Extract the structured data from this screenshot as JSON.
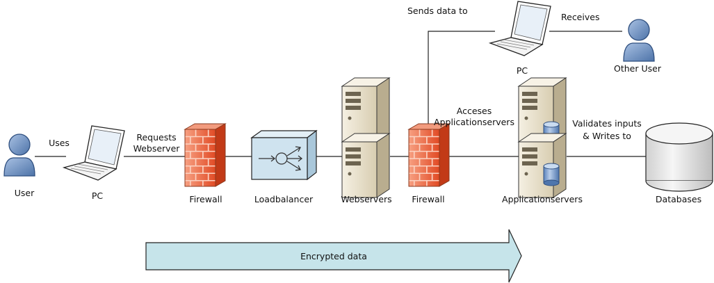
{
  "nodes": {
    "user": "User",
    "pc": "PC",
    "firewall_1": "Firewall",
    "loadbalancer": "Loadbalancer",
    "webservers": "Webservers",
    "firewall_2": "Firewall",
    "appservers": "Applicationservers",
    "databases": "Databases",
    "pc_top": "PC",
    "other_user": "Other User"
  },
  "edges": {
    "uses": "Uses",
    "requests_line1": "Requests",
    "requests_line2": "Webserver",
    "sends_data_to": "Sends data to",
    "receives": "Receives",
    "acceses_line1": "Acceses",
    "acceses_line2": "Applicationservers",
    "validates_line1": "Validates inputs",
    "validates_line2": "& Writes to"
  },
  "arrow": {
    "label": "Encrypted data",
    "color": "#c6e4ea"
  },
  "colors": {
    "user_blue": "#6f93c6",
    "firewall_red": "#e8532f",
    "loadbalancer": "#cfe3ef",
    "server_beige": "#e9e1cc",
    "database_gray": "#e4e4e4"
  }
}
